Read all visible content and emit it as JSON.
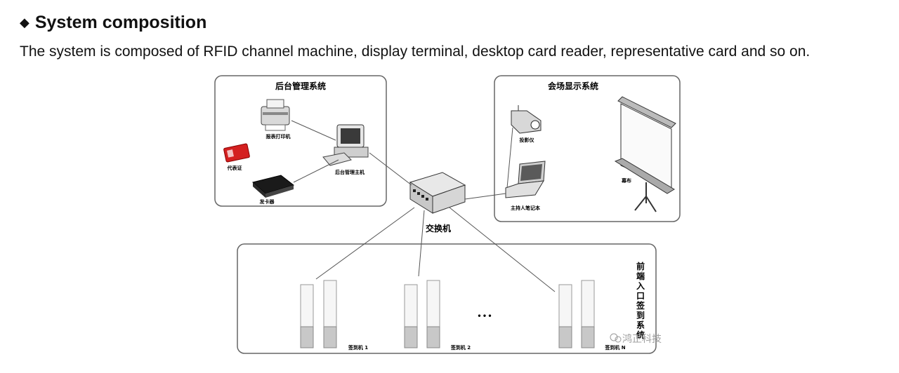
{
  "section": {
    "bullet": "◆",
    "title": "System composition",
    "description": "The system is composed of RFID channel machine, display terminal, desktop card reader, representative card and so on."
  },
  "diagram": {
    "backend_title": "后台管理系统",
    "printer_label": "报表打印机",
    "card_label": "代表证",
    "host_label": "后台管理主机",
    "reader_label": "发卡器",
    "display_title": "会场显示系统",
    "projector_label": "投影仪",
    "laptop_label": "主持人笔记本",
    "screen_label": "幕布",
    "switch_label": "交换机",
    "frontend_title_chars": [
      "前",
      "端",
      "入",
      "口",
      "签",
      "到",
      "系",
      "统"
    ],
    "gate1_label": "签到机 1",
    "gate2_label": "签到机 2",
    "gateN_label": "签到机 N",
    "ellipsis": "• • •",
    "watermark": "鸿正科技"
  }
}
